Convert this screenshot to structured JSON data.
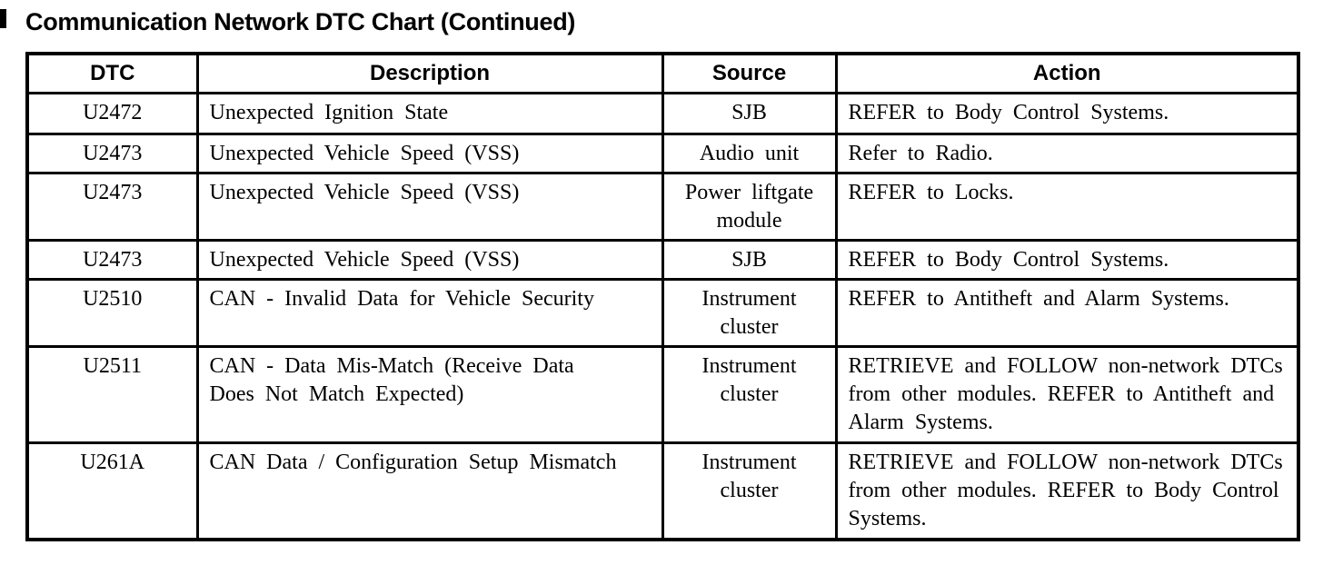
{
  "page": {
    "title": "Communication Network DTC Chart (Continued)"
  },
  "colors": {
    "text": "#000000",
    "border": "#000000",
    "background": "#ffffff"
  },
  "table": {
    "headers": [
      "DTC",
      "Description",
      "Source",
      "Action"
    ],
    "rows": [
      {
        "dtc": "U2472",
        "description": "Unexpected Ignition State",
        "source": "SJB",
        "action": "REFER to Body Control Systems."
      },
      {
        "dtc": "U2473",
        "description": "Unexpected Vehicle Speed (VSS)",
        "source": "Audio unit",
        "action": "Refer to Radio."
      },
      {
        "dtc": "U2473",
        "description": "Unexpected Vehicle Speed (VSS)",
        "source": "Power liftgate module",
        "action": "REFER to Locks."
      },
      {
        "dtc": "U2473",
        "description": "Unexpected Vehicle Speed (VSS)",
        "source": "SJB",
        "action": "REFER to Body Control Systems."
      },
      {
        "dtc": "U2510",
        "description": "CAN - Invalid Data for Vehicle Security",
        "source": "Instrument cluster",
        "action": "REFER to Antitheft and Alarm Systems."
      },
      {
        "dtc": "U2511",
        "description": "CAN - Data Mis-Match (Receive Data Does Not Match Expected)",
        "source": "Instrument cluster",
        "action": "RETRIEVE and FOLLOW non-network DTCs from other modules. REFER to Antitheft and Alarm Systems."
      },
      {
        "dtc": "U261A",
        "description": "CAN Data / Configuration Setup Mismatch",
        "source": "Instrument cluster",
        "action": "RETRIEVE and FOLLOW non-network DTCs from other modules. REFER to Body Control Systems."
      }
    ]
  }
}
